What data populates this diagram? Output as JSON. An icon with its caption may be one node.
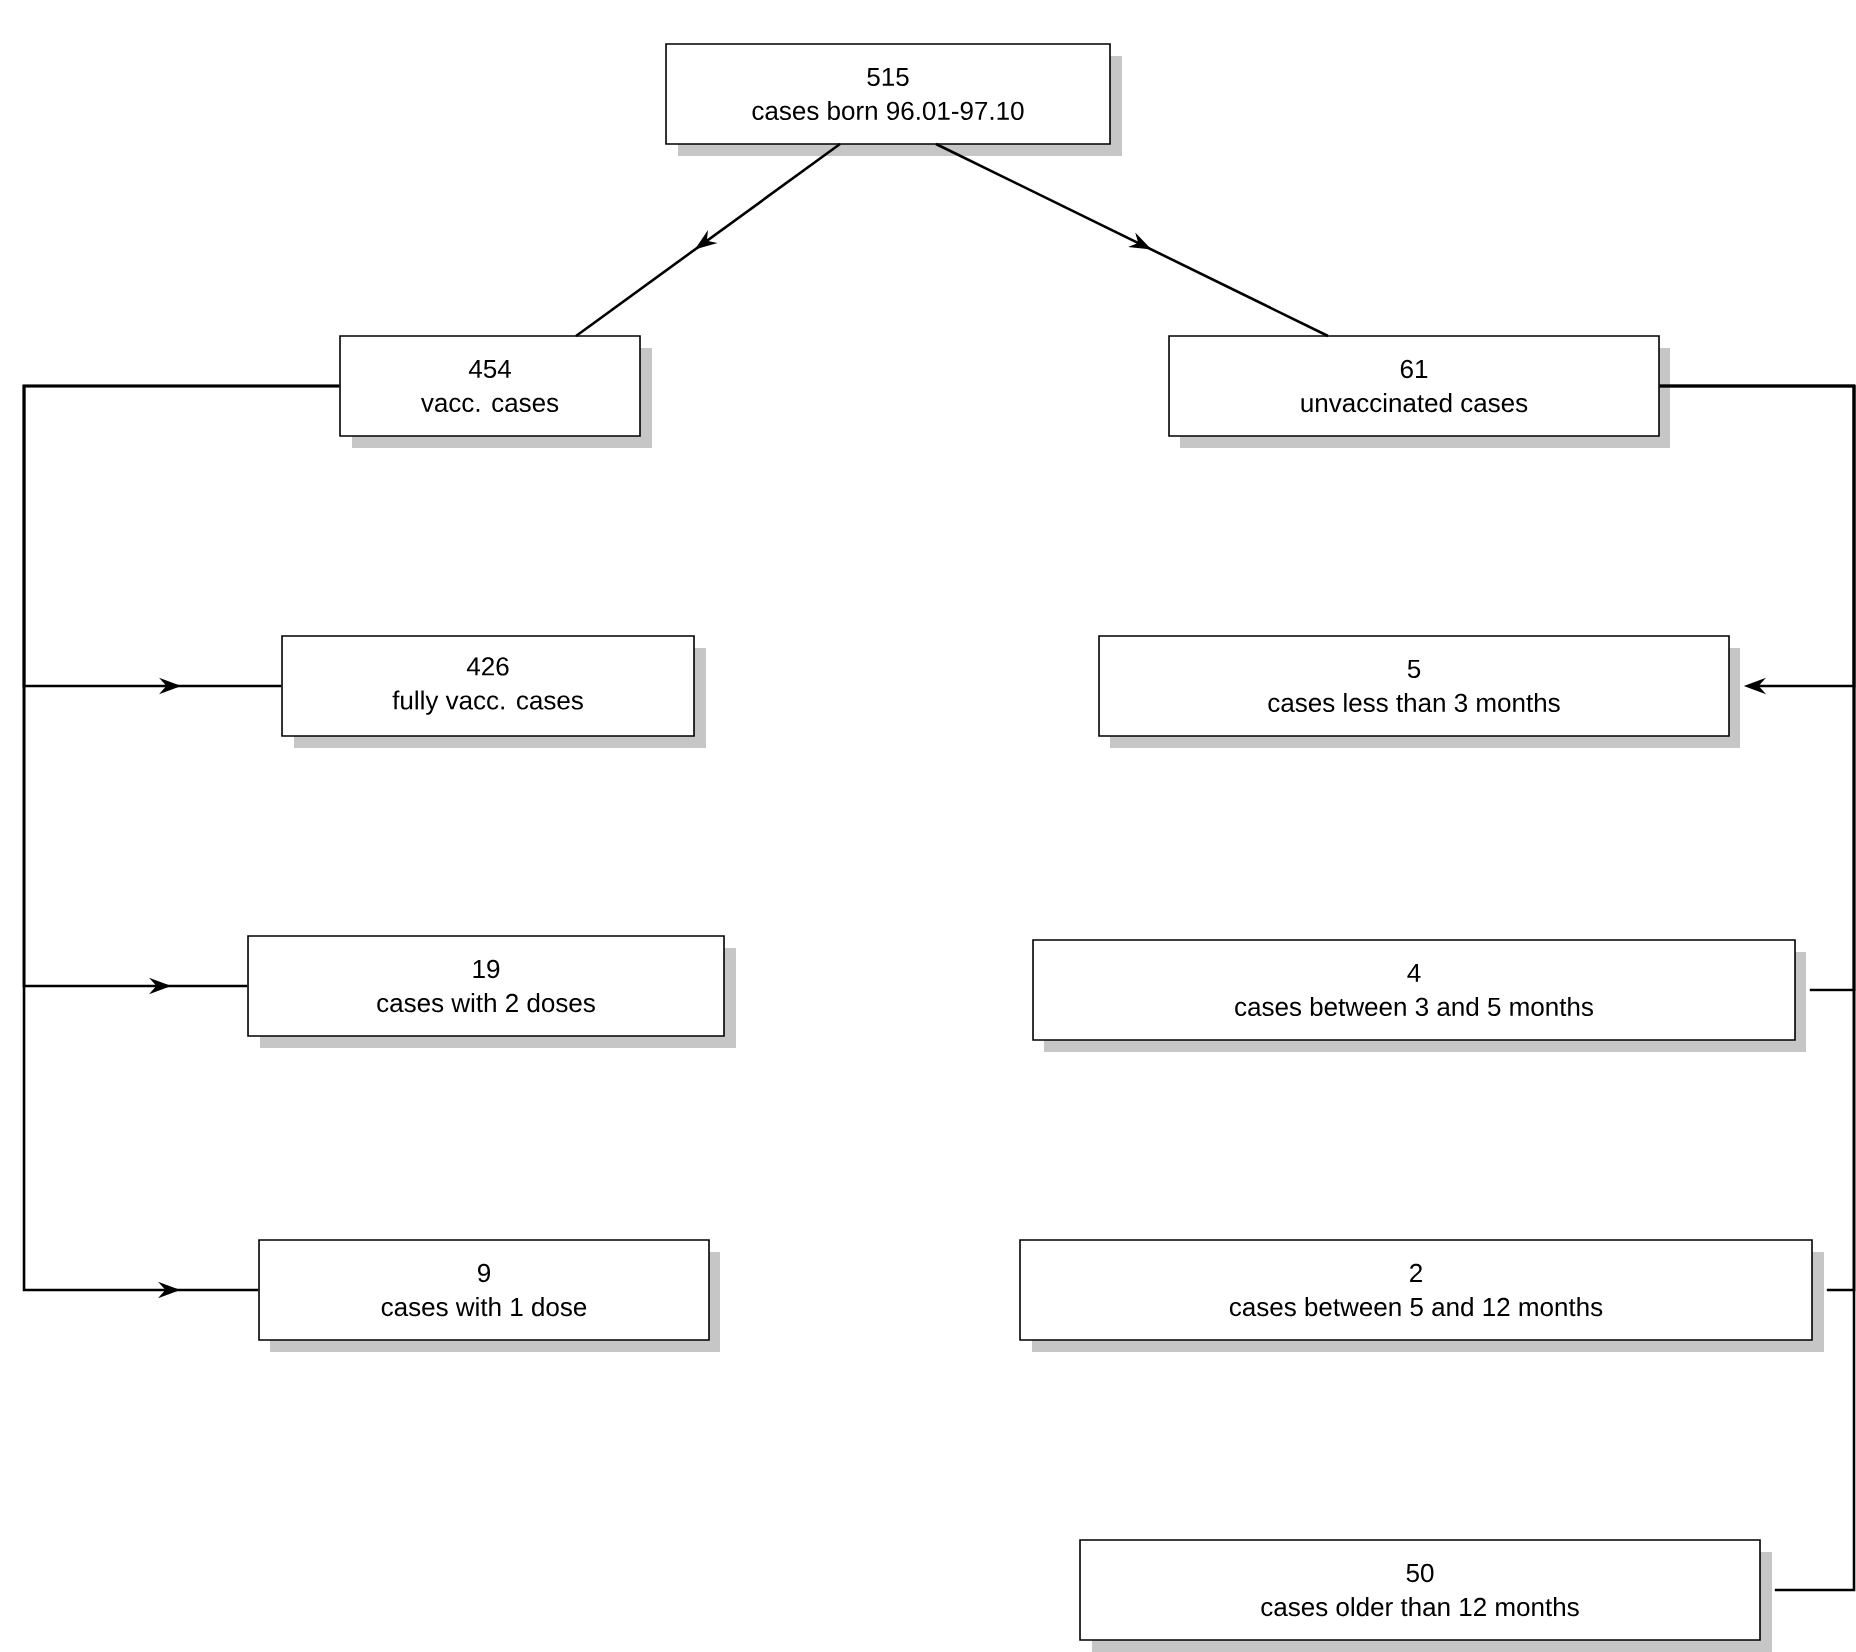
{
  "diagram": {
    "nodes": [
      {
        "text": [
          "515",
          "cases born 96.01-97.10"
        ]
      },
      {
        "text": [
          "454",
          "vacc. cases"
        ]
      },
      {
        "text": [
          "61",
          "unvaccinated cases"
        ]
      },
      {
        "text": [
          "426",
          "fully vacc. cases"
        ]
      },
      {
        "text": [
          "19",
          "cases with 2 doses"
        ]
      },
      {
        "text": [
          "9",
          "cases with 1 dose"
        ]
      },
      {
        "text": [
          "5",
          "cases less than 3 months"
        ]
      },
      {
        "text": [
          "4",
          "cases between 3 and 5 months"
        ]
      },
      {
        "text": [
          "2",
          "cases between 5 and 12 months"
        ]
      },
      {
        "text": [
          "50",
          "cases older than 12 months"
        ]
      }
    ],
    "edges": [
      {
        "from": 0,
        "to": 1,
        "arrow": "to"
      },
      {
        "from": 0,
        "to": 2,
        "arrow": "to"
      },
      {
        "from": 1,
        "to": 3,
        "arrow": "to"
      },
      {
        "from": 1,
        "to": 4,
        "arrow": "to"
      },
      {
        "from": 1,
        "to": 5,
        "arrow": "to"
      },
      {
        "from": 2,
        "to": 6,
        "arrow": "to"
      },
      {
        "from": 2,
        "to": 7,
        "arrow": "none"
      },
      {
        "from": 2,
        "to": 8,
        "arrow": "none"
      },
      {
        "from": 2,
        "to": 9,
        "arrow": "none"
      }
    ]
  }
}
